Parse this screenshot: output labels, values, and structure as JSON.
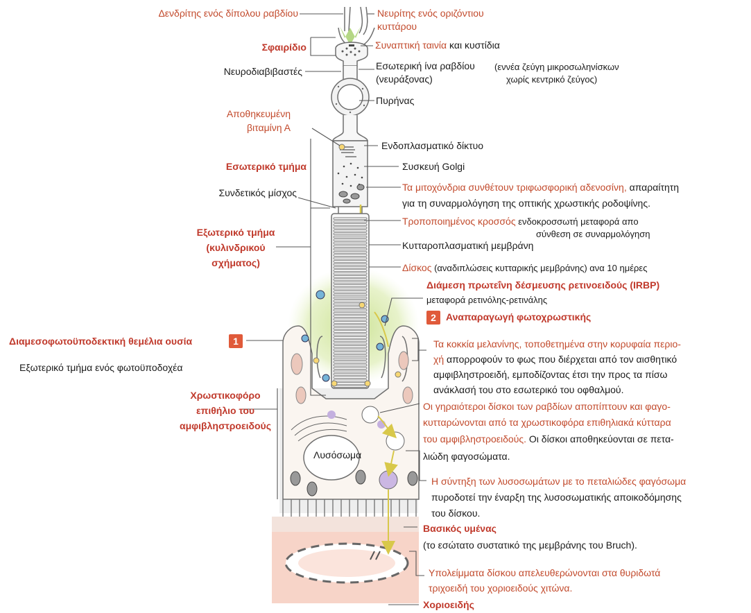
{
  "labels": {
    "dendrite": "Δενδρίτης ενός δίπολου ραβδίου",
    "neurite_l1": "Νευρίτης ενός οριζόντιου",
    "neurite_l2": "κυττάρου",
    "spherule": "Σφαιρίδιο",
    "synaptic_ribbon": "Συναπτική ταινία",
    "vesicles": " και κυστίδια",
    "neurotransmitters": "Νευροδιαβιβαστές",
    "inner_fiber_l1": "Εσωτερική ίνα ραβδίου",
    "inner_fiber_l2": "(νευράξονας)",
    "microtubules_l1": "(εννέα ζεύγη μικροσωληνίσκων",
    "microtubules_l2": "χωρίς κεντρικό ζεύγος)",
    "nucleus": "Πυρήνας",
    "stored_vitamin_l1": "Αποθηκευμένη",
    "stored_vitamin_l2": "βιταμίνη Α",
    "er": "Ενδοπλασματικό δίκτυο",
    "inner_segment": "Εσωτερικό τμήμα",
    "golgi": "Συσκευή Golgi",
    "connecting_stalk": "Συνδετικός μίσχος",
    "mito_red": "Τα μιτοχόνδρια συνθέτουν τριφωσφορική αδενοσίνη,",
    "mito_black": " απαραίτητη",
    "mito_l2": "για τη συναρμολόγηση της οπτικής χρωστικής ροδοψίνης.",
    "outer_segment_l1": "Εξωτερικό τμήμα",
    "outer_segment_l2": "(κυλινδρικού",
    "outer_segment_l3": "σχήματος)",
    "cilium_red": "Τροποποιημένος κροσσός",
    "cilium_black": " ενδοκροσσωτή μεταφορά απο",
    "cilium_l2": "σύνθεση σε συναρμολόγηση",
    "plasma_membrane": "Κυτταροπλασματική μεμβράνη",
    "disc_red": "Δίσκος",
    "disc_black": " (αναδιπλώσεις κυτταρικής μεμβράνης) ανα 10 ημέρες",
    "irbp": "Διάμεση πρωτεΐνη δέσμευσης ρετινοειδούς (IRBP)",
    "irbp_sub": "μεταφορά ρετινόλης-ρετινάλης",
    "badge2": "2",
    "regeneration": "Αναπαραγωγή φωτοχρωστικής",
    "matrix": "Διαμεσοφωτοϋποδεκτική θεμέλια ουσία",
    "badge1": "1",
    "outer_photo": "Εξωτερικό τμήμα ενός φωτοϋποδοχέα",
    "melanin_red_l1": "Τα κοκκία μελανίνης, τοποθετημένα στην κορυφαία περιο-",
    "melanin_red_l2": "χή",
    "melanin_black_l2": " απορροφούν το φως που διέρχεται από τον αισθητικό",
    "melanin_l3": "αμφιβληστροειδή, εμποδίζοντας έτσι την προς τα πίσω",
    "melanin_l4": "ανάκλασή του στο εσωτερικό του οφθαλμού.",
    "rpe_l1": "Χρωστικοφόρο",
    "rpe_l2": "επιθήλιο του",
    "rpe_l3": "αμφιβληστροειδούς",
    "older_l1": "Οι γηραιότεροι δίσκοι των ραβδίων αποπίπτουν και φαγο-",
    "older_l2": "κυτταρώνονται από τα χρωστικοφόρα επιθηλιακά κύτταρα",
    "older_l3_red": "του αμφιβληστροειδούς.",
    "older_l3_black": " Οι δίσκοι αποθηκεύονται σε πετα-",
    "older_l4": "λιώδη φαγοσώματα.",
    "lysosome": "Λυσόσωμα",
    "fusion_red": "Η σύντηξη των λυσοσωμάτων με το  πεταλιώδες φαγόσωμα",
    "fusion_l2": "πυροδοτεί την έναρξη της λυσοσωματικής αποικοδόμησης",
    "fusion_l3": "του δίσκου.",
    "basal_membrane": "Βασικός υμένας",
    "bruch": "(το εσώτατο συστατικό της μεμβράνης του Bruch).",
    "residue_l1": "Υπολείμματα δίσκου απελευθερώνονται στα θυριδωτά",
    "residue_l2": "τριχοειδή του χοριοειδούς χιτώνα.",
    "choroid": "Χοριοειδής"
  },
  "colors": {
    "red_label": "#c24a2c",
    "bold_red": "#c0392b",
    "badge": "#e05a3a",
    "cell_outline": "#6e6e6e",
    "green_glow": "#cfe39a",
    "pink_band": "#f6cfc3",
    "grey_panel": "#ececec",
    "arrow_yellow": "#d8c84a",
    "purple": "#b09ad0",
    "pink_nuclei": "#e8c4b8"
  }
}
